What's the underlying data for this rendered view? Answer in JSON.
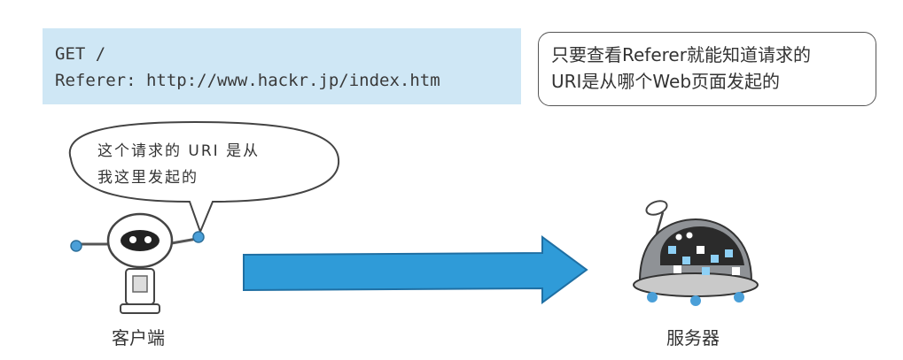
{
  "request": {
    "line1": "GET /",
    "line2": "Referer: http://www.hackr.jp/index.htm"
  },
  "note": {
    "line1": "只要查看Referer就能知道请求的",
    "line2": "URI是从哪个Web页面发起的"
  },
  "speech": {
    "line1": "这个请求的 URI 是从",
    "line2": "我这里发起的"
  },
  "client": {
    "label": "客户端",
    "icon": "robot-client-icon"
  },
  "server": {
    "label": "服务器",
    "icon": "robot-server-icon"
  },
  "colors": {
    "request_bg": "#cfe7f5",
    "arrow": "#2f9bd8"
  }
}
